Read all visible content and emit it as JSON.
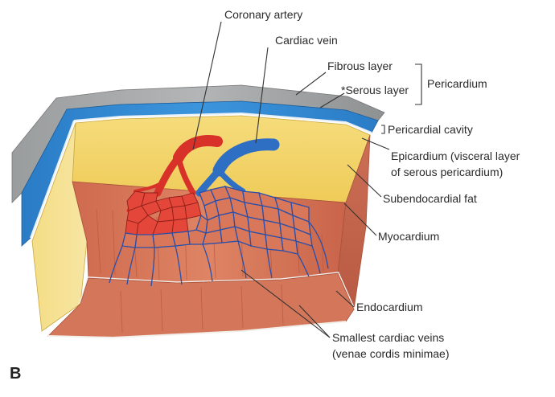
{
  "figure": {
    "panel_letter": "B",
    "labels": {
      "coronary_artery": "Coronary artery",
      "cardiac_vein": "Cardiac vein",
      "fibrous_layer": "Fibrous layer",
      "serous_layer": "*Serous layer",
      "pericardium": "Pericardium",
      "pericardial_cavity": "Pericardial cavity",
      "epicardium_line1": "Epicardium (visceral layer",
      "epicardium_line2": "of serous pericardium)",
      "subendocardial_fat": "Subendocardial fat",
      "myocardium": "Myocardium",
      "endocardium": "Endocardium",
      "smallest_veins_line1": "Smallest cardiac veins",
      "smallest_veins_line2": "(venae cordis minimae)"
    }
  },
  "colors": {
    "fibrous": "#8f9293",
    "serous": "#2f86cf",
    "fat": "#f3d36a",
    "myocardium": "#d9775a",
    "endocardium": "#f0ece8",
    "artery": "#d8312a",
    "vein": "#2e6fc4"
  }
}
